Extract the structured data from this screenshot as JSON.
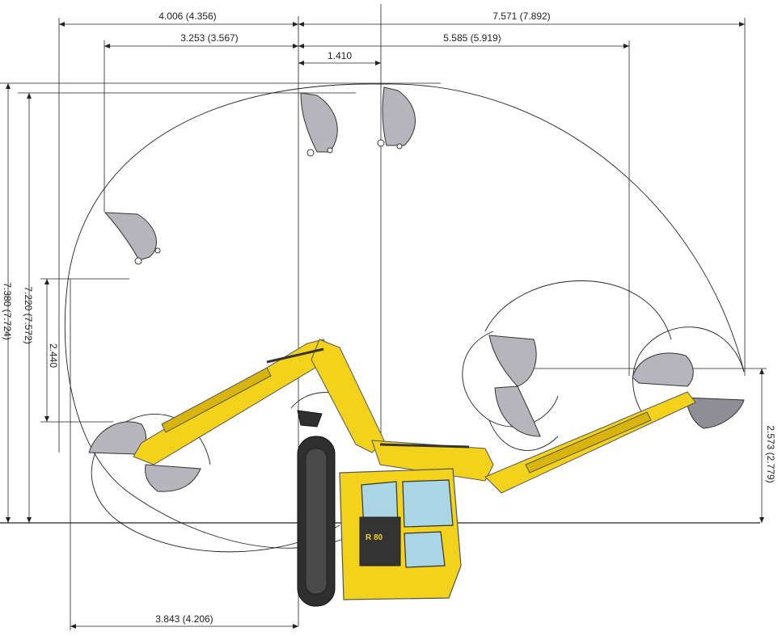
{
  "dimensions": {
    "top_left_width": "4.006 (4.356)",
    "top_right_width": "7.571 (7.892)",
    "mid_left_width": "3.253 (3.567)",
    "mid_right_width": "5.585 (5.919)",
    "center_offset": "1.410",
    "left_outer_height": "7.380 (7.724)",
    "left_inner_height": "7.220 (7.572)",
    "left_small_height": "2.440",
    "right_height": "2.573 (2.779)",
    "bottom_width": "3.843 (4.206)"
  },
  "machine": {
    "model_badge": "R 80",
    "brand_color": "#f2d21b",
    "glass_color": "#a9d5e4",
    "bucket_color": "#b5b5bb"
  }
}
